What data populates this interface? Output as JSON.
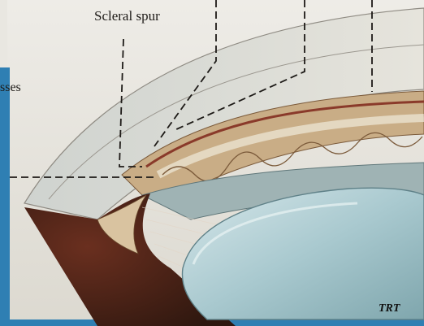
{
  "labels": {
    "scleral_spur": "Scleral spur",
    "left_cut": "sses"
  },
  "signature": "TRT",
  "colors": {
    "frame_blue": "#2f7fb3",
    "paper": "#e9e7e1",
    "lens": "#a9c9cf",
    "iris_dark": "#3a1f14",
    "ciliary": "#6a2f1f",
    "tan": "#c9ad86"
  }
}
